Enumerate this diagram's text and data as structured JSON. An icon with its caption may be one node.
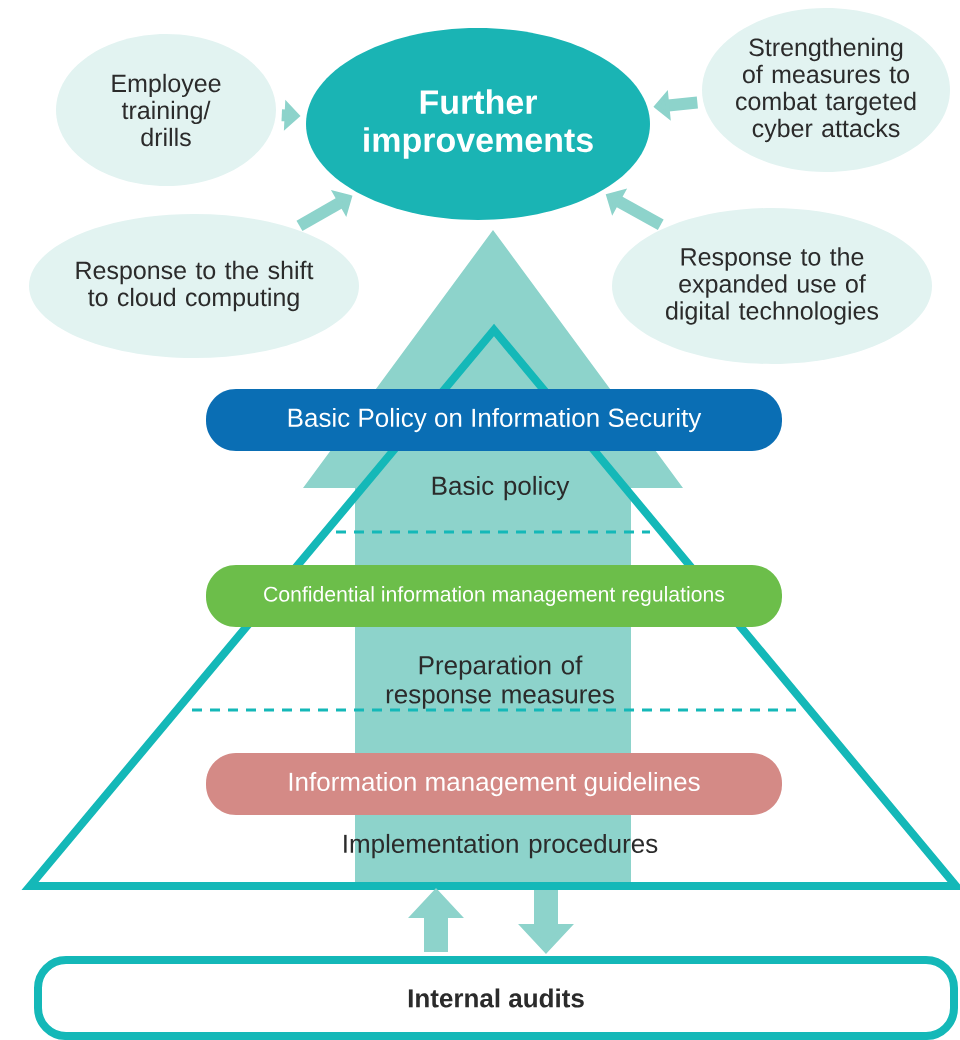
{
  "diagram": {
    "nodes": [
      {
        "text": [
          "Further improvements"
        ]
      },
      {
        "text": [
          "Employee training/ drills"
        ]
      },
      {
        "text": [
          "Strengthening of measures to combat targeted cyber attacks"
        ]
      },
      {
        "text": [
          "Response to the shift to cloud computing"
        ]
      },
      {
        "text": [
          "Response to the expanded use of digital technologies"
        ]
      },
      {
        "text": [],
        "shape": "triangle"
      },
      {
        "text": [
          "Basic Policy on Information Security"
        ],
        "in": 5
      },
      {
        "text": [
          "Confidential information management regulations"
        ],
        "in": 5
      },
      {
        "text": [
          "Information management guidelines"
        ],
        "in": 5
      },
      {
        "text": [
          "Internal audits"
        ]
      }
    ],
    "edges": [
      {
        "from": 1,
        "to": 0,
        "arrow": "to"
      },
      {
        "from": 2,
        "to": 0,
        "arrow": "to"
      },
      {
        "from": 3,
        "to": 0,
        "arrow": "to"
      },
      {
        "from": 4,
        "to": 0,
        "arrow": "to"
      },
      {
        "from": 5,
        "to": 0,
        "arrow": "to",
        "style": "thick"
      },
      {
        "from": 9,
        "to": 5,
        "arrow": "to",
        "style": "thick"
      },
      {
        "from": 5,
        "to": 9,
        "arrow": "to",
        "style": "thick"
      }
    ],
    "labels": [
      "Basic policy",
      "Preparation of response measures",
      "Implementation procedures"
    ]
  }
}
